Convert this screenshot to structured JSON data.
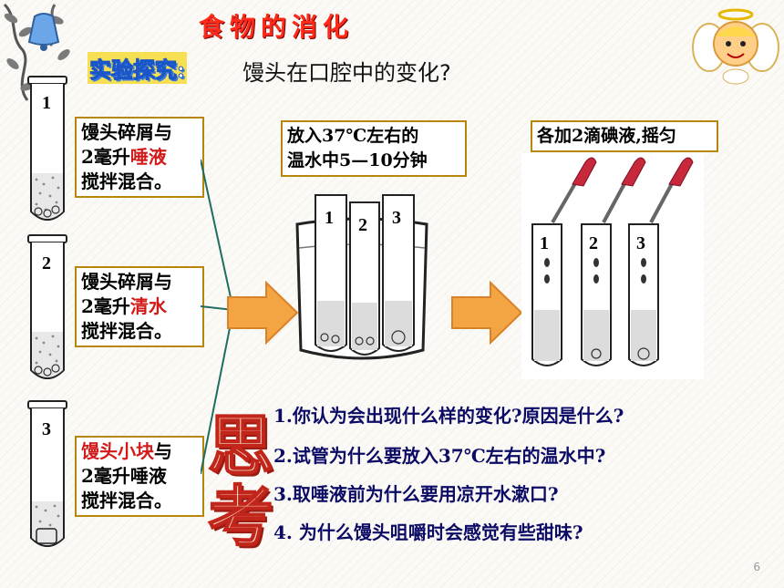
{
  "header": {
    "title": "食物的消化",
    "section_label": "实验探究:",
    "question": "馒头在口腔中的变化?"
  },
  "tubes": {
    "left_numbers": [
      "1",
      "2",
      "3"
    ],
    "beaker_numbers": [
      "1",
      "2",
      "3"
    ],
    "iodine_numbers": [
      "1",
      "2",
      "3"
    ]
  },
  "steps": [
    {
      "line1": "馒头碎屑与",
      "line2_pre": "2毫升",
      "line2_hl": "唾液",
      "line3": "搅拌混合。"
    },
    {
      "line1": "馒头碎屑与",
      "line2_pre": "2毫升",
      "line2_hl": "清水",
      "line3": "搅拌混合。"
    },
    {
      "line1_hl": "馒头小块",
      "line1_post": "与",
      "line2": "2毫升唾液",
      "line3": "搅拌混合。"
    }
  ],
  "stage_boxes": {
    "warm_line1": "放入37℃左右的",
    "warm_line2": "温水中5—10分钟",
    "iodine": "各加2滴碘液,摇匀"
  },
  "think": {
    "title_chars": [
      "思",
      "考"
    ],
    "questions": [
      "1.你认为会出现什么样的变化?原因是什么?",
      "2.试管为什么要放入37℃左右的温水中?",
      "3.取唾液前为什么要用凉开水漱口?",
      "4. 为什么馒头咀嚼时会感觉有些甜味?"
    ]
  },
  "footer": {
    "page_number": "6"
  },
  "colors": {
    "title": "#ff2a1a",
    "highlight": "#d21a1a",
    "box_border": "#b8860b",
    "arrow": "#f3a443",
    "think_text": "#0b0b66"
  }
}
